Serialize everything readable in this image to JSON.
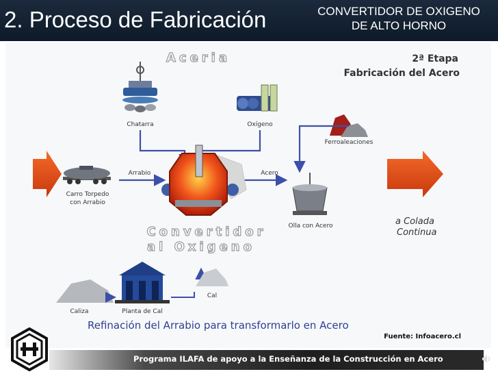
{
  "header": {
    "title": "2. Proceso de Fabricación",
    "subtitle_line1": "CONVERTIDOR DE OXIGENO",
    "subtitle_line2": "DE ALTO HORNO"
  },
  "diagram": {
    "area_title": "Aceria",
    "stage_title": "2ª Etapa",
    "stage_subtitle": "Fabricación del Acero",
    "labels": {
      "chatarra": "Chatarra",
      "oxigeno": "Oxígeno",
      "ferroaleaciones": "Ferroaleaciones",
      "arrabio": "Arrabio",
      "acero": "Acero",
      "carro_line1": "Carro Torpedo",
      "carro_line2": "con Arrabio",
      "olla": "Olla con Acero",
      "convertidor_line1": "Convertidor",
      "convertidor_line2": "al Oxigeno",
      "colada_line1": "a Colada",
      "colada_line2": "Continua",
      "caliza": "Caliza",
      "planta": "Planta de Cal",
      "cal": "Cal",
      "refinacion": "Refinación del Arrabio para transformarlo en Acero"
    },
    "source": "Fuente: Infoacero.cl",
    "colors": {
      "arrow_blue": "#3d4fa8",
      "arrow_orange": "#e8541a",
      "furnace_red": "#d43a12",
      "refinacion_text": "#2e3f8f"
    }
  },
  "footer": {
    "text": "Programa ILAFA de apoyo a la Enseñanza de la Construcción en Acero",
    "logo_icon": "ilafa-logo-icon",
    "speaker_icon": "speaker-icon"
  }
}
